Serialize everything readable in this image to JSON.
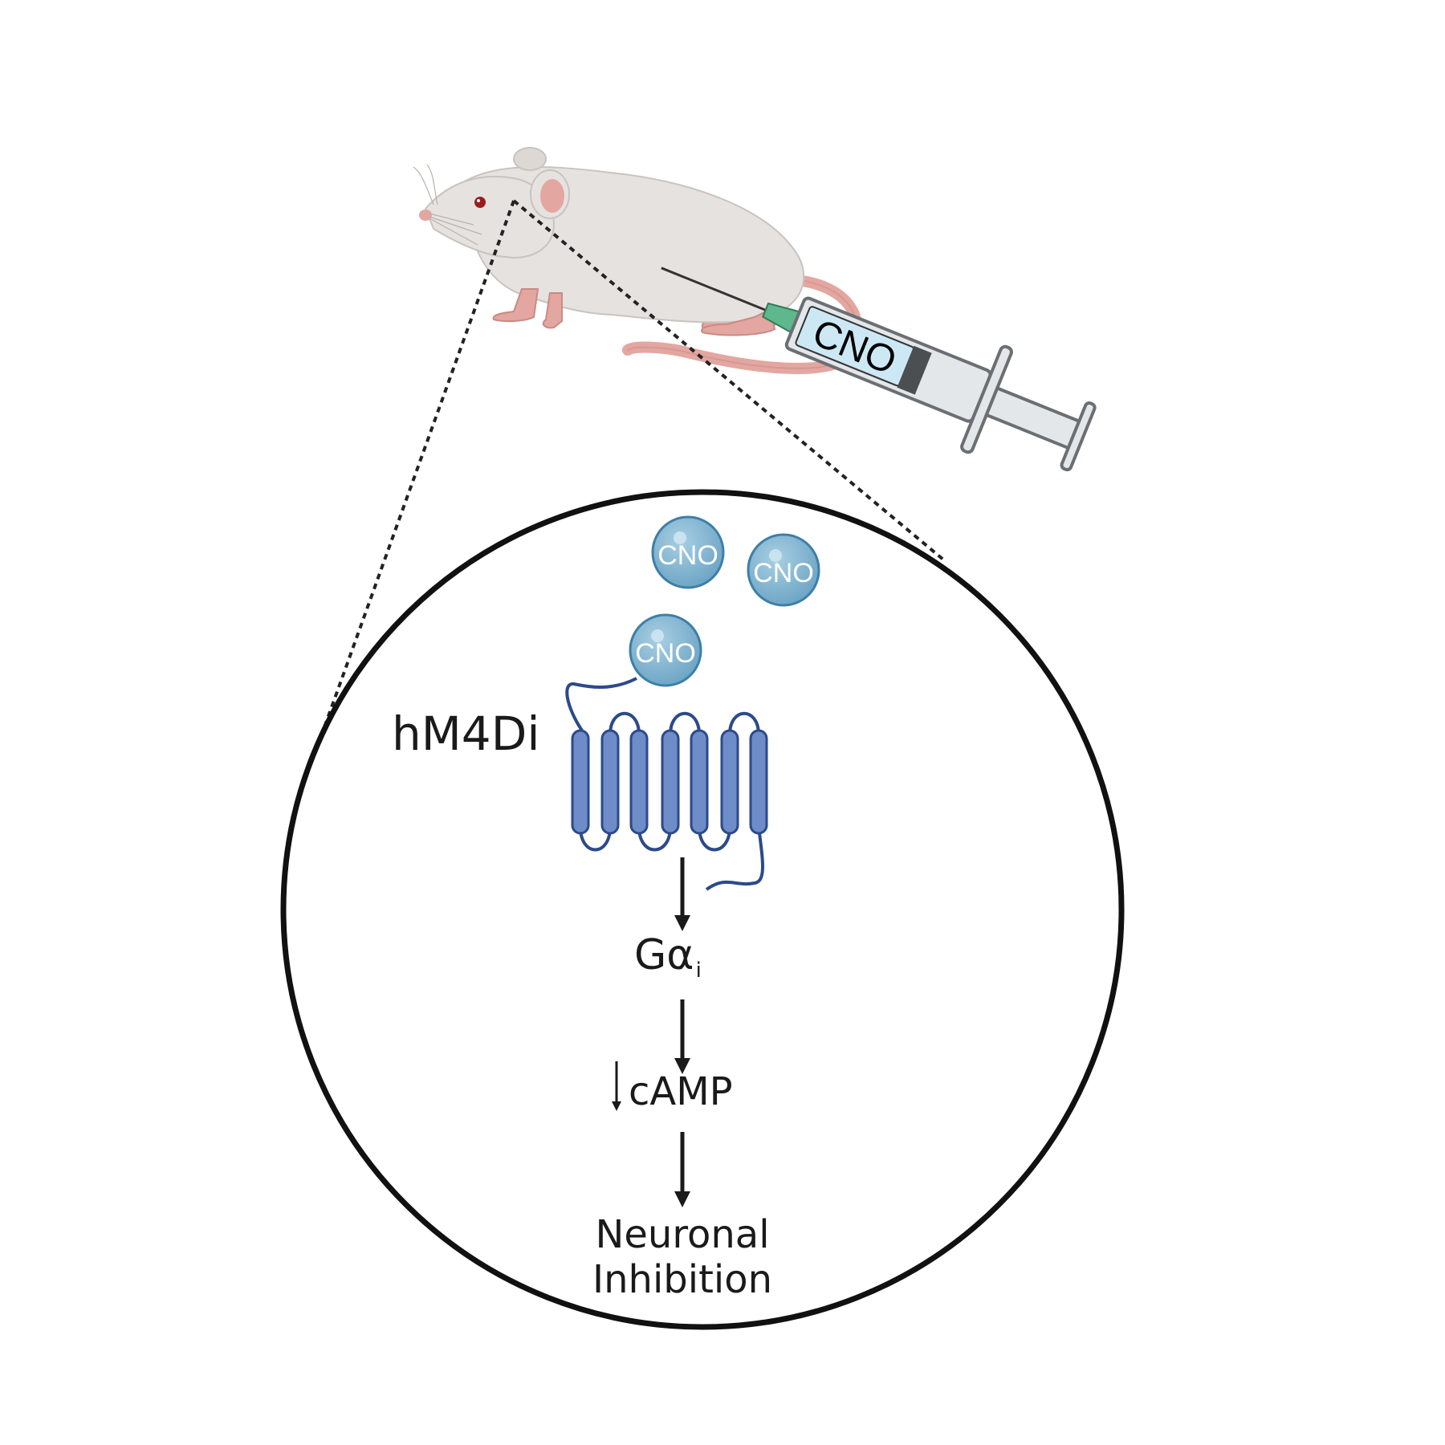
{
  "syringe": {
    "label": "CNO"
  },
  "molecules": [
    {
      "label": "CNO"
    },
    {
      "label": "CNO"
    },
    {
      "label": "CNO"
    }
  ],
  "receptor": {
    "label": "hM4Di"
  },
  "pathway": {
    "g_protein": {
      "main": "Gα",
      "subscript": "i"
    },
    "second_messenger": "cAMP",
    "outcome_line1": "Neuronal",
    "outcome_line2": "Inhibition"
  },
  "colors": {
    "receptor_fill": "#6e8cc8",
    "receptor_stroke": "#2c4a8a",
    "molecule_fill": "#7fb3cf",
    "molecule_stroke": "#3d7fa8",
    "mouse_body": "#e6e2df",
    "mouse_pink": "#e3a6a0",
    "needle_hub": "#5fb78e",
    "circle_stroke": "#111111"
  }
}
